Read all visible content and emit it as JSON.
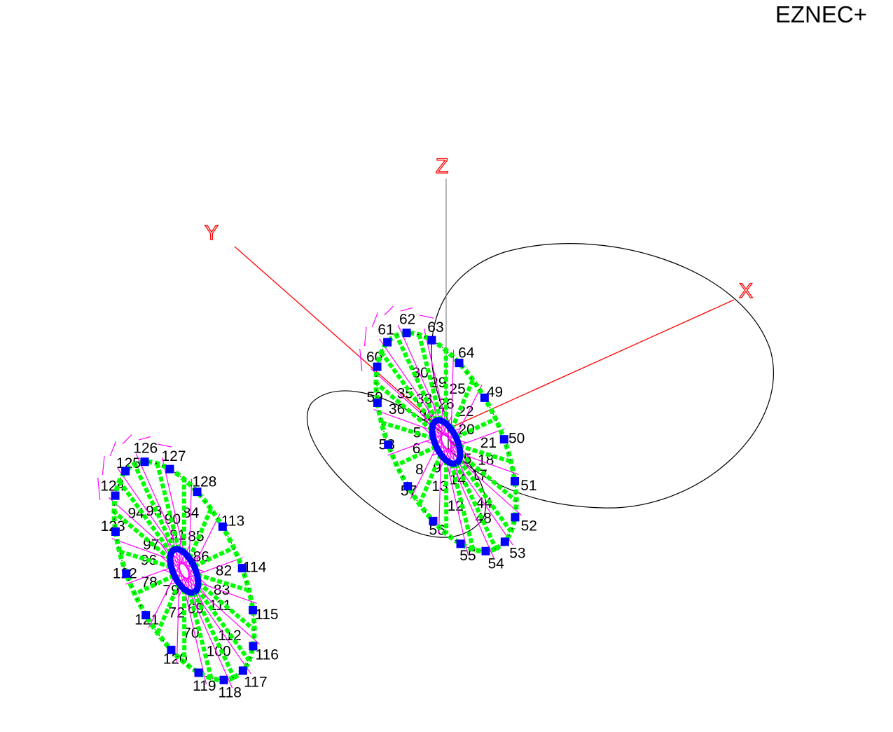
{
  "app_title": "EZNEC+",
  "axes": {
    "x": "X",
    "y": "Y",
    "z": "Z"
  },
  "colors": {
    "wire": "#00ff00",
    "segment_end": "#0000ff",
    "current": "#ff00ff",
    "pattern": "#000000",
    "axis": "#ff0000"
  },
  "antenna_right": {
    "rim_labels": [
      "62",
      "63",
      "64",
      "49",
      "50",
      "51",
      "52",
      "53",
      "54",
      "55",
      "56",
      "57",
      "58",
      "59",
      "60",
      "61"
    ],
    "inner_labels": [
      "14",
      "12",
      "13",
      "9",
      "8",
      "6",
      "5",
      "36",
      "35",
      "33",
      "32",
      "30",
      "29",
      "26",
      "25",
      "22",
      "20",
      "21",
      "18",
      "17",
      "15",
      "44",
      "48"
    ]
  },
  "antenna_left": {
    "rim_labels": [
      "126",
      "127",
      "128",
      "113",
      "114",
      "115",
      "116",
      "117",
      "118",
      "119",
      "120",
      "121",
      "122",
      "123",
      "124",
      "125"
    ],
    "inner_labels": [
      "69",
      "70",
      "72",
      "79",
      "78",
      "96",
      "97",
      "94",
      "93",
      "90",
      "91",
      "84",
      "85",
      "86",
      "82",
      "83",
      "111",
      "112",
      "100"
    ]
  }
}
